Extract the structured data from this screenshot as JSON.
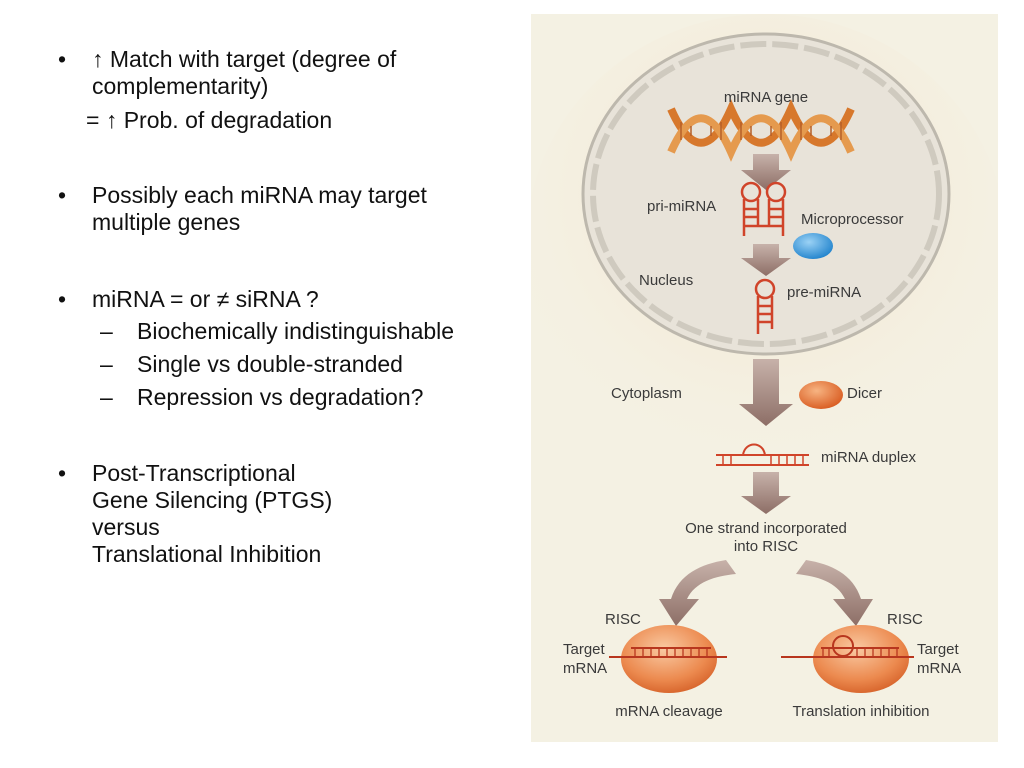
{
  "bullets": {
    "b1": {
      "marker": "•",
      "lines": [
        "↑ Match with target (degree of",
        "complementarity)"
      ],
      "continuation": "= ↑ Prob. of degradation"
    },
    "b2": {
      "marker": "•",
      "lines": [
        "Possibly each miRNA may target",
        "multiple genes"
      ]
    },
    "b3": {
      "marker": "•",
      "lines": [
        "miRNA = or ≠ siRNA ?"
      ],
      "subitems": [
        {
          "marker": "–",
          "text": "Biochemically indistinguishable"
        },
        {
          "marker": "–",
          "text": "Single vs double-stranded"
        },
        {
          "marker": "–",
          "text": "Repression vs degradation?"
        }
      ]
    },
    "b4": {
      "marker": "•",
      "lines": [
        "Post-Transcriptional",
        "Gene Silencing (PTGS)",
        "versus",
        "Translational Inhibition"
      ]
    }
  },
  "diagram": {
    "labels": {
      "mirna_gene": "miRNA gene",
      "pri_mirna": "pri-miRNA",
      "microprocessor": "Microprocessor",
      "nucleus": "Nucleus",
      "pre_mirna": "pre-miRNA",
      "cytoplasm": "Cytoplasm",
      "dicer": "Dicer",
      "mirna_duplex": "miRNA duplex",
      "one_strand_1": "One strand incorporated",
      "one_strand_2": "into RISC",
      "risc_left": "RISC",
      "risc_right": "RISC",
      "target_left_1": "Target",
      "target_left_2": "mRNA",
      "target_right_1": "Target",
      "target_right_2": "mRNA",
      "mrna_cleavage": "mRNA cleavage",
      "translation_inhibition": "Translation inhibition"
    },
    "colors": {
      "background": "#f4f1e3",
      "nucleus_fill": "#e9e4da",
      "arrow": "#9c7f78",
      "rna_red": "#d0442a",
      "dna_orange": "#d7782c",
      "microprocessor_blue": "#2a8fd6",
      "dicer_orange": "#e06a2a",
      "risc_orange": "#eb8a4e"
    }
  }
}
